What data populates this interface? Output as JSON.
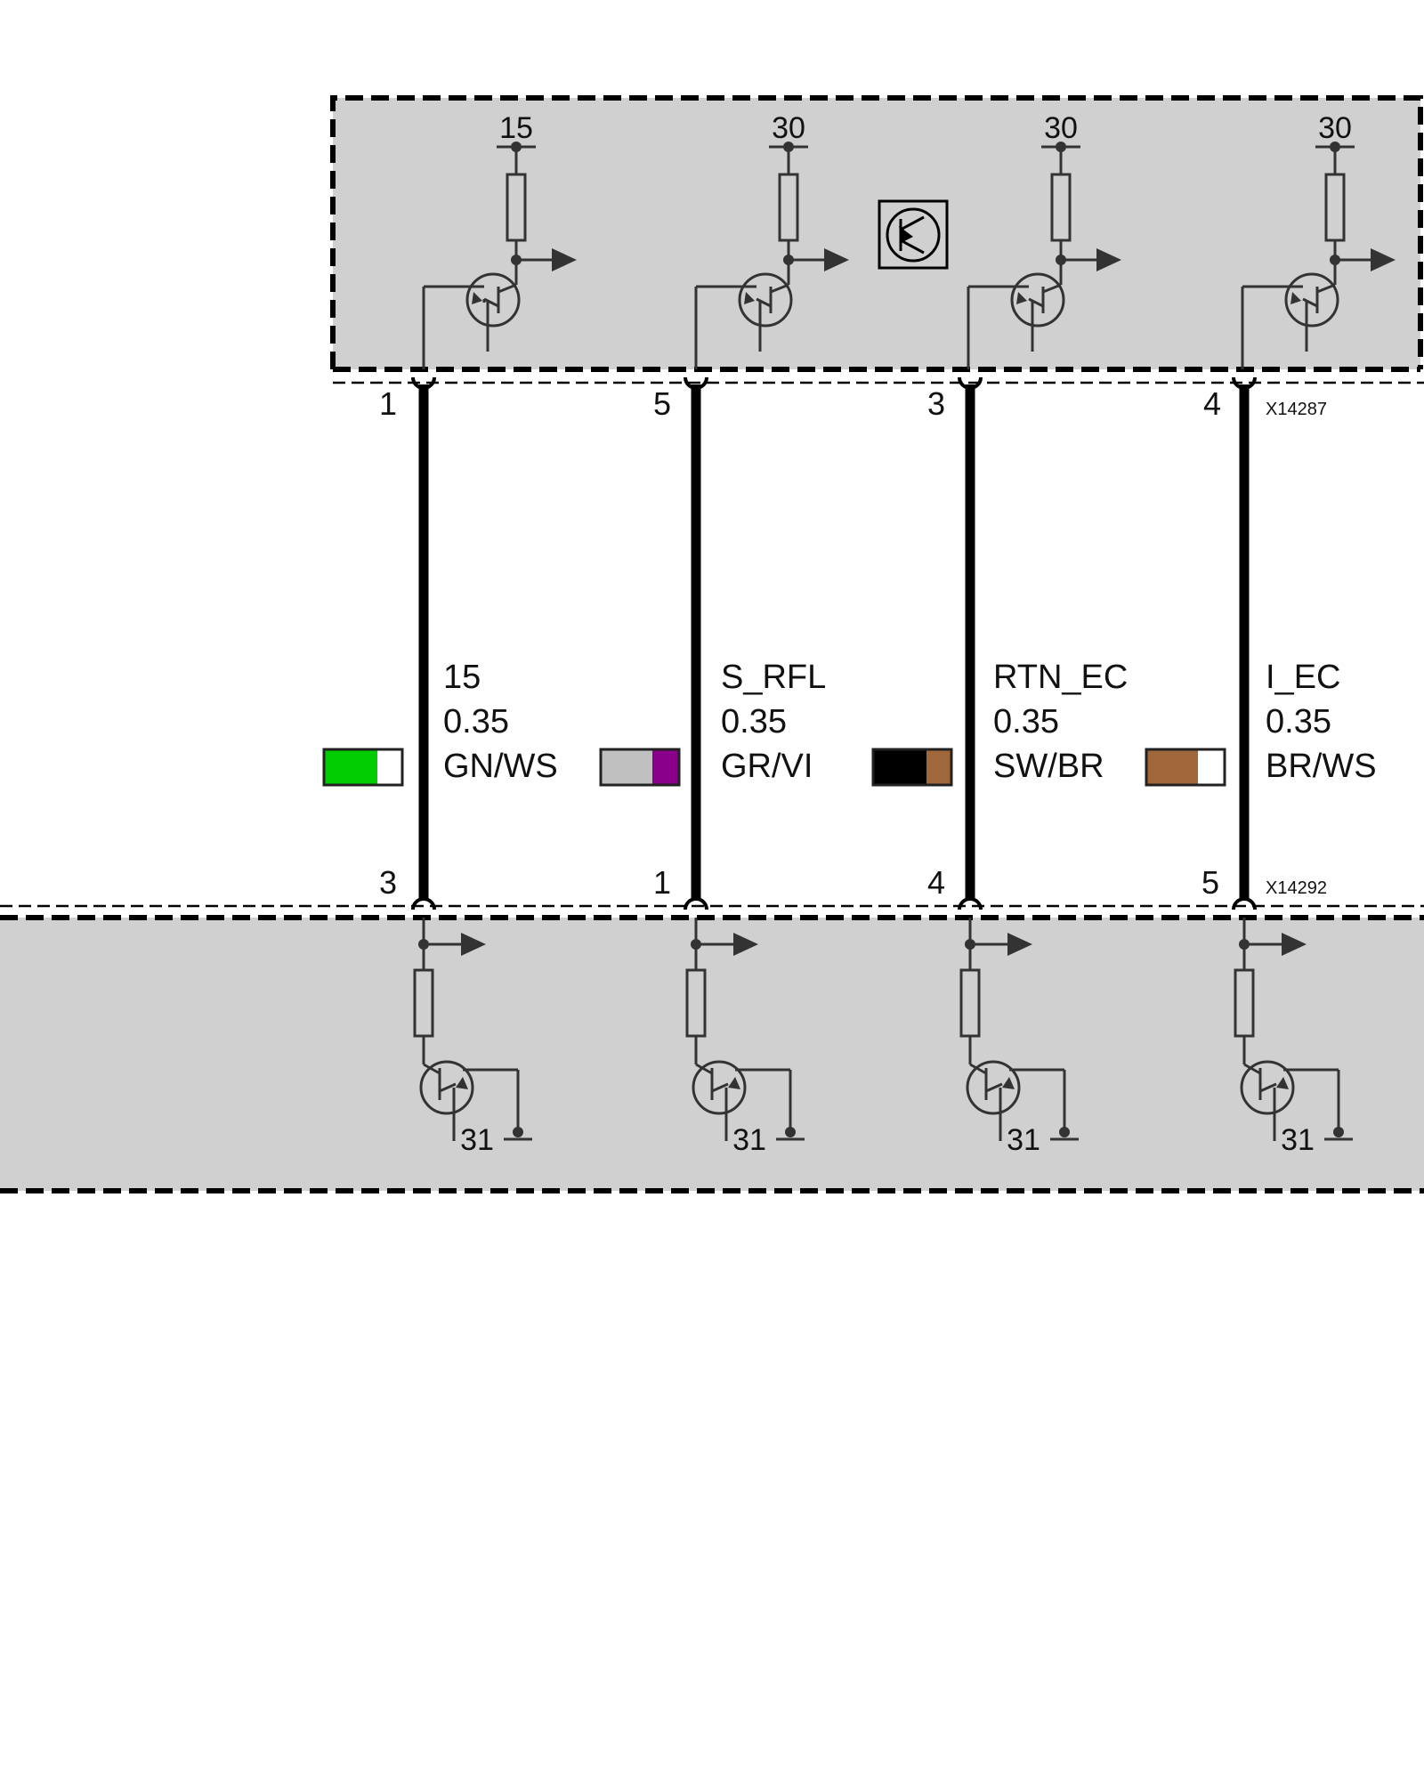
{
  "top_module": {
    "supplies": [
      "15",
      "30",
      "30",
      "30"
    ],
    "icon": "transistor-icon",
    "connector": "X14287",
    "pins": [
      "1",
      "5",
      "3",
      "4"
    ]
  },
  "bottom_module": {
    "grounds": [
      "31",
      "31",
      "31",
      "31"
    ],
    "connector": "X14292",
    "pins": [
      "3",
      "1",
      "4",
      "5"
    ]
  },
  "wires": [
    {
      "signal": "15",
      "size": "0.35",
      "color_code": "GN/WS",
      "colors": [
        "#00cc00",
        "#ffffff"
      ]
    },
    {
      "signal": "S_RFL",
      "size": "0.35",
      "color_code": "GR/VI",
      "colors": [
        "#c0c0c0",
        "#8b008b"
      ]
    },
    {
      "signal": "RTN_EC",
      "size": "0.35",
      "color_code": "SW/BR",
      "colors": [
        "#000000",
        "#a0673a"
      ]
    },
    {
      "signal": "I_EC",
      "size": "0.35",
      "color_code": "BR/WS",
      "colors": [
        "#a0673a",
        "#ffffff"
      ]
    }
  ],
  "colors": {
    "module_fill": "#d0d0d0",
    "line": "#333333",
    "wire": "#000000"
  }
}
